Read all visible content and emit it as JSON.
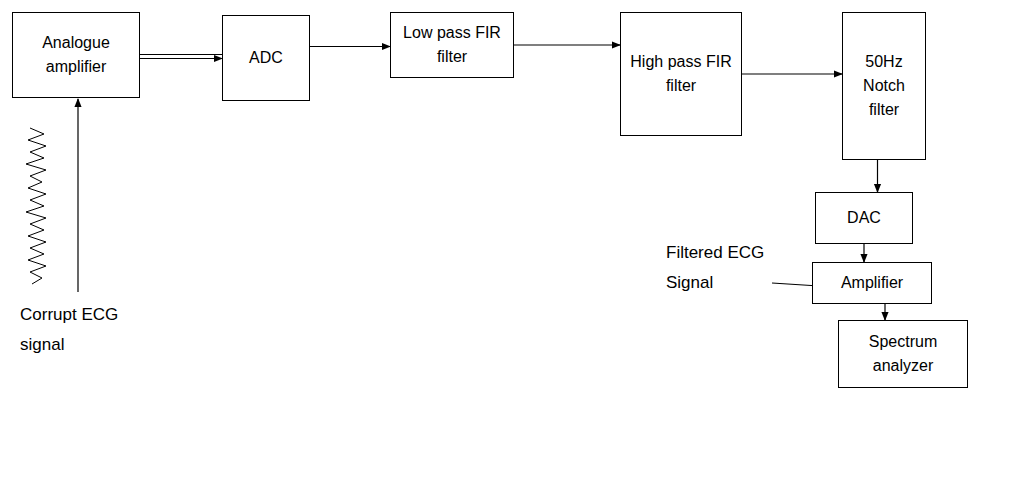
{
  "diagram": {
    "nodes": [
      {
        "text": [
          "Analogue amplifier"
        ]
      },
      {
        "text": [
          "ADC"
        ]
      },
      {
        "text": [
          "Low pass FIR filter"
        ]
      },
      {
        "text": [
          "High pass FIR filter"
        ]
      },
      {
        "text": [
          "50Hz Notch filter"
        ]
      },
      {
        "text": [
          "DAC"
        ]
      },
      {
        "text": [
          "Amplifier"
        ]
      },
      {
        "text": [
          "Spectrum analyzer"
        ]
      }
    ],
    "edges": [
      {
        "from": 0,
        "to": 1,
        "arrow": "to"
      },
      {
        "from": 1,
        "to": 2,
        "arrow": "to"
      },
      {
        "from": 2,
        "to": 3,
        "arrow": "to"
      },
      {
        "from": 3,
        "to": 4,
        "arrow": "to"
      },
      {
        "from": 4,
        "to": 5,
        "arrow": "to"
      },
      {
        "from": 5,
        "to": 6,
        "arrow": "to"
      },
      {
        "from": 6,
        "to": 7,
        "arrow": "to"
      }
    ],
    "labels": [
      "Corrupt ECG signal",
      "Filtered ECG Signal"
    ]
  }
}
